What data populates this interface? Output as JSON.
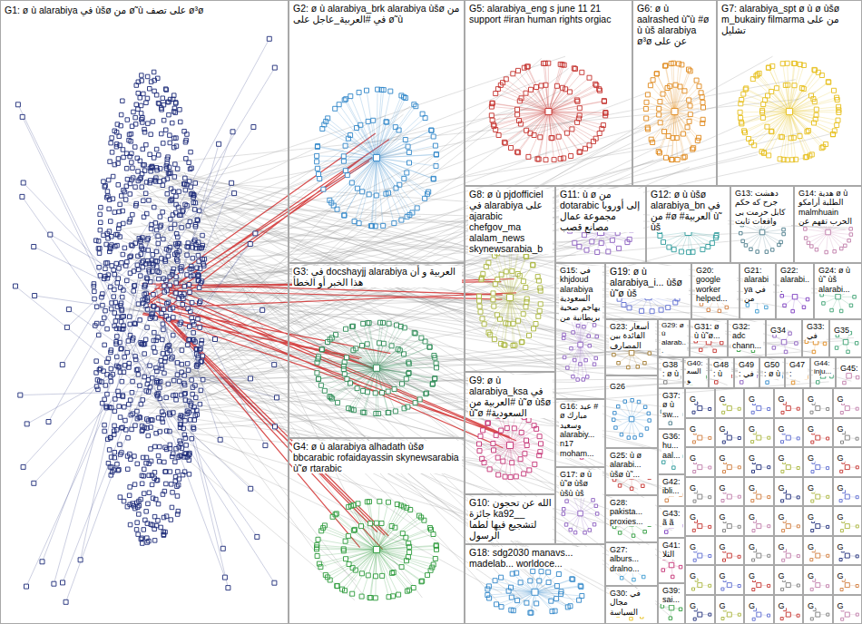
{
  "diagram": {
    "nodes": [
      {
        "text": [
          "G1: ø ù alarabiya في ùšø من ø˜ù على تصف ø³ø"
        ]
      },
      {
        "text": [
          "G2: ø ù alarabiya_brk alarabiya ùšø من في #العربية_عاجل على ø˜ù"
        ]
      },
      {
        "text": [
          "G5: alarabiya_eng s june 11 21 support #iran human rights orgiac"
        ]
      },
      {
        "text": [
          "G6: ø ù aalrashed ù˜ù #ø ù ùš alarabiya ø³ø عن على"
        ]
      },
      {
        "text": [
          "G7: alarabiya_spt ø ù ø ùšø m_bukairy filmarma من على تشليل"
        ]
      },
      {
        "text": [
          "G3: في docshayjj alarabiya العربية و أن هذا الخبر أو الخطأ"
        ]
      },
      {
        "text": [
          "G4: ø ù alarabiya alhadath ùšø bbcarabic rofaidayassin skynewsarabia ù˜ø rtarabic"
        ]
      },
      {
        "text": [
          "G8: ø ù pjdofficiel في alarabiya على ajarabic chefgov_ma alalam_news skynewsarabia_b"
        ]
      },
      {
        "text": [
          "G11: ù ø من dotarabic إلى أوروبا مجموعة عمال مصانع قصب"
        ]
      },
      {
        "text": [
          "G12: ø ù ùšø alarabiya_bn في من #ø #العربية ù˜ ùš"
        ]
      },
      {
        "text": [
          "G13: دهشت جرح كه حكم كابل حرمت بى واقعات ثابت"
        ]
      },
      {
        "text": [
          "G14: هدية ø ù الطلبة أرامكو malmhuain الحرب تقهم عن"
        ]
      },
      {
        "text": [
          "G9: ø ù alarabiya_ksa في العربية من# ù˜ø ùšø ù˜ø #السعودية"
        ]
      },
      {
        "text": [
          "G15: في khjdoud alarabiya السعودية يهاجم صحية بريطانية من"
        ]
      },
      {
        "text": [
          "G19: ø ù alarabiya_i... ùšø ù˜ø ùš"
        ]
      },
      {
        "text": [
          "G20: google worker helped..."
        ]
      },
      {
        "text": [
          "G21: alarabiya في من"
        ]
      },
      {
        "text": [
          "G22: alarabi..."
        ]
      },
      {
        "text": [
          "G24: ø ù ù˜ ùš alarabi..."
        ]
      },
      {
        "text": [
          "G23: أسعار الفائدة بين المصارف"
        ]
      },
      {
        "text": [
          "G29: ø ù alarab..."
        ]
      },
      {
        "text": [
          "G31: ø ù ù˜ø..."
        ]
      },
      {
        "text": [
          "G32: adc chann..."
        ]
      },
      {
        "text": [
          "G34"
        ]
      },
      {
        "text": [
          "G33: في"
        ]
      },
      {
        "text": [
          "G35"
        ]
      },
      {
        "text": [
          "G16: عيد # ø مبارك وسعيد alarabiy... n17 moham..."
        ]
      },
      {
        "text": [
          "G26"
        ]
      },
      {
        "text": [
          "G38: ø ù"
        ]
      },
      {
        "text": [
          "G40: السعو"
        ]
      },
      {
        "text": [
          "G48: ù"
        ]
      },
      {
        "text": [
          "G49: في"
        ]
      },
      {
        "text": [
          "G50: ø ù"
        ]
      },
      {
        "text": [
          "G47:"
        ]
      },
      {
        "text": [
          "G44: inju..."
        ]
      },
      {
        "text": [
          "G45:"
        ]
      },
      {
        "text": [
          "G37: ø ù sw..."
        ]
      },
      {
        "text": [
          "G25: ù ø alarabi... ùšø ù˜..."
        ]
      },
      {
        "text": [
          "G10: الله عن تحجون جائزة ka92__ لتشجيع فيها لطما الرسول"
        ]
      },
      {
        "text": [
          "G17: ø ù ù˜ø ùšø ùšù ùš"
        ]
      },
      {
        "text": [
          "G36: hu... aal..."
        ]
      },
      {
        "text": [
          "G28: pakista... proxies..."
        ]
      },
      {
        "text": [
          "G42: ibli..."
        ]
      },
      {
        "text": [
          "G43: ã ã"
        ]
      },
      {
        "text": [
          "G27: alburs... dralno..."
        ]
      },
      {
        "text": [
          "G41: الثلا"
        ]
      },
      {
        "text": [
          "G18: sdg2030 manavs... madelab... worldoce..."
        ]
      },
      {
        "text": [
          "G30: في مجال السياسة"
        ]
      },
      {
        "text": [
          "G39: sai..."
        ]
      },
      {
        "text": [
          "G"
        ]
      },
      {
        "text": [
          "G"
        ]
      },
      {
        "text": [
          "G"
        ]
      },
      {
        "text": [
          "G"
        ]
      },
      {
        "text": [
          "G"
        ]
      },
      {
        "text": [
          "G"
        ]
      },
      {
        "text": [
          "G"
        ]
      },
      {
        "text": [
          "G"
        ]
      },
      {
        "text": [
          "G"
        ]
      },
      {
        "text": [
          "G"
        ]
      },
      {
        "text": [
          "G"
        ]
      },
      {
        "text": [
          "G"
        ]
      },
      {
        "text": [
          "G"
        ]
      },
      {
        "text": [
          "G"
        ]
      },
      {
        "text": [
          "G"
        ]
      },
      {
        "text": [
          "G"
        ]
      },
      {
        "text": [
          "G"
        ]
      },
      {
        "text": [
          "G"
        ]
      },
      {
        "text": [
          "G"
        ]
      },
      {
        "text": [
          "G"
        ]
      },
      {
        "text": [
          "G"
        ]
      },
      {
        "text": [
          "G"
        ]
      },
      {
        "text": [
          "G"
        ]
      },
      {
        "text": [
          "G"
        ]
      },
      {
        "text": [
          "G"
        ]
      },
      {
        "text": [
          "G"
        ]
      },
      {
        "text": [
          "G"
        ]
      },
      {
        "text": [
          "G"
        ]
      },
      {
        "text": [
          "G"
        ]
      },
      {
        "text": [
          "G"
        ]
      },
      {
        "text": [
          "G"
        ]
      },
      {
        "text": [
          "G"
        ]
      },
      {
        "text": [
          "G"
        ]
      },
      {
        "text": [
          "G"
        ]
      },
      {
        "text": [
          "G"
        ]
      },
      {
        "text": [
          "G"
        ]
      },
      {
        "text": [
          "G"
        ]
      },
      {
        "text": [
          "G"
        ]
      },
      {
        "text": [
          "G"
        ]
      },
      {
        "text": [
          "G"
        ]
      },
      {
        "text": [
          "G"
        ]
      },
      {
        "text": [
          "G"
        ]
      },
      {
        "text": [
          "G"
        ]
      },
      {
        "text": [
          "G"
        ]
      },
      {
        "text": [
          "G"
        ]
      },
      {
        "text": [
          "G"
        ]
      },
      {
        "text": [
          "G"
        ]
      },
      {
        "text": [
          "G"
        ]
      }
    ]
  }
}
